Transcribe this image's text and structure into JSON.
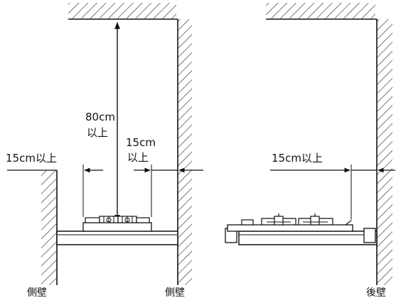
{
  "left_diagram": {
    "top_clearance": {
      "line1": "80cm",
      "line2": "以上"
    },
    "side_clearance_right": {
      "line1": "15cm",
      "line2": "以上"
    },
    "side_clearance_left": "15cm以上",
    "wall_left_label": "側壁",
    "wall_right_label": "側壁"
  },
  "right_diagram": {
    "side_clearance": "15cm以上",
    "wall_label": "後壁"
  }
}
